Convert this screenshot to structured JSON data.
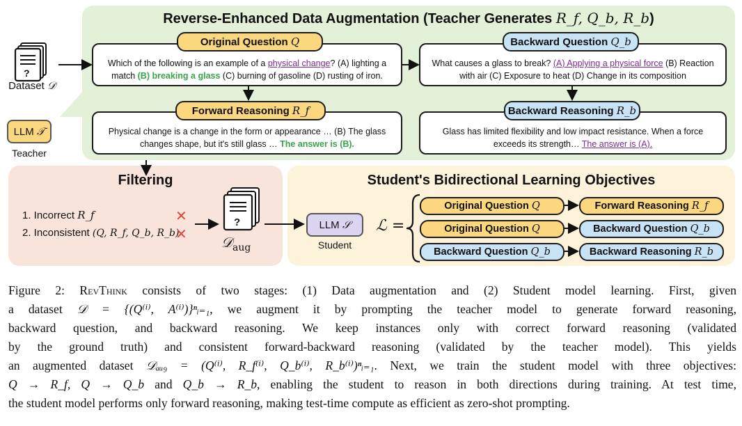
{
  "diagram": {
    "top_title": "Reverse-Enhanced Data Augmentation (Teacher Generates ",
    "top_title_vars": "R_f, Q_b, R_b",
    "dataset_label": "Dataset ",
    "dataset_var": "𝒟",
    "teacher_llm": "LLM ",
    "teacher_var": "𝒯",
    "teacher_label": "Teacher",
    "original_question_label": "Original Question ",
    "original_question_var": "Q",
    "original_question_text": {
      "p1": "Which of the following is an example of a ",
      "p2": "physical change",
      "p3": "? (A) lighting a match ",
      "p4": "(B) breaking a glass",
      "p5": " (C) burning of gasoline (D) rusting of iron."
    },
    "backward_question_label": "Backward Question ",
    "backward_question_var": "Q_b",
    "backward_question_text": {
      "p1": "What causes a glass to break? ",
      "p2": "(A) Applying a physical force",
      "p3": " (B) Reaction with air (C) Exposure to heat (D) Change in its composition"
    },
    "forward_reasoning_label": "Forward Reasoning ",
    "forward_reasoning_var": "R_f",
    "forward_reasoning_text": {
      "p1": "Physical change is a change in the form or appearance … (B) The glass changes shape, but it's still glass … ",
      "p2": "The answer is (B)."
    },
    "backward_reasoning_label": "Backward Reasoning ",
    "backward_reasoning_var": "R_b",
    "backward_reasoning_text": {
      "p1": "Glass has limited flexibility and low impact resistance. When a force exceeds its strength… ",
      "p2": "The answer is (A)."
    },
    "filtering_title": "Filtering",
    "filter_item1": "1. Incorrect ",
    "filter_item1_var": "R_f",
    "filter_item2": "2. Inconsistent ",
    "filter_item2_var": "(Q, R_f, Q_b, R_b)",
    "cross": "✕",
    "aug_dataset_var": "𝒟",
    "aug_dataset_sub": "aug",
    "student_title": "Student's Bidirectional Learning Objectives",
    "student_llm": "LLM ",
    "student_var": "𝒮",
    "student_label": "Student",
    "loss_var": "ℒ =",
    "objectives": [
      {
        "left": "Original Question ",
        "left_var": "Q",
        "right": "Forward Reasoning ",
        "right_var": "R_f"
      },
      {
        "left": "Original Question ",
        "left_var": "Q",
        "right": "Backward Question ",
        "right_var": "Q_b"
      },
      {
        "left": "Backward Question ",
        "left_var": "Q_b",
        "right": "Backward Reasoning ",
        "right_var": "R_b"
      }
    ]
  },
  "caption": {
    "l1a": "Figure 2: ",
    "l1b": "RevThink",
    "l1c": " consists of two stages: (1) Data augmentation and (2) Student model learning. First, given",
    "l2a": "a dataset ",
    "l2b": "𝒟 = {(Q⁽ⁱ⁾, A⁽ⁱ⁾)}ⁿᵢ₌₁",
    "l2c": ", we augment it by prompting the teacher model to generate forward reasoning,",
    "l3": "backward question, and backward reasoning. We keep instances only with correct forward reasoning (validated",
    "l4": "by the ground truth) and consistent forward-backward reasoning (validated by the teacher model). This yields",
    "l5a": "an augmented dataset ",
    "l5b": "𝒟ₐᵤ₉ = (Q⁽ⁱ⁾, R_f⁽ⁱ⁾, Q_b⁽ⁱ⁾, R_b⁽ⁱ⁾)ⁿᵢ₌₁",
    "l5c": ". Next, we train the student model with three objectives:",
    "l6a": "Q → R_f, Q → Q_b",
    "l6b": " and ",
    "l6c": "Q_b → R_b",
    "l6d": ", enabling the student to reason in both directions during training. At test time,",
    "l7": "the student model performs only forward reasoning, making test-time compute as efficient as zero-shot prompting."
  }
}
